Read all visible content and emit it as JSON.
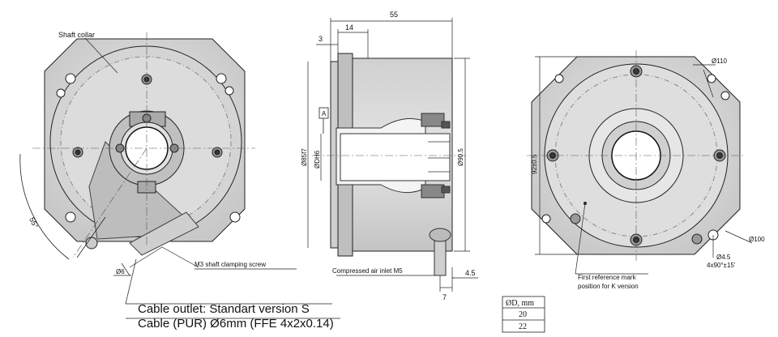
{
  "left_view": {
    "shaft_collar_label": "Shaft collar",
    "angle_label": "55°",
    "screw_label": "M3 shaft clamping screw",
    "small_diameter_label": "Ø6"
  },
  "side_view": {
    "dim_top": "55",
    "dim_3": "3",
    "dim_14": "14",
    "datum": "A",
    "d85": "Ø85f7",
    "dh6": "ØDH6",
    "d90": "Ø90.5",
    "dim_4_5": "4.5",
    "dim_7": "7",
    "air_inlet_label": "Compressed air inlet M5"
  },
  "right_view": {
    "d110": "Ø110",
    "dim_92": "92±0.5",
    "d100": "Ø100",
    "d4_5": "Ø4.5",
    "holes": "4x90°±15'",
    "ref_mark_line1": "First reference mark",
    "ref_mark_line2": "position for K version"
  },
  "cable_text": {
    "line1": "Cable outlet: Standart version  S",
    "line2": "Cable (PUR) Ø6mm (FFE 4x2x0.14)"
  },
  "table": {
    "header": "ØD, mm",
    "rows": [
      "20",
      "22"
    ]
  }
}
